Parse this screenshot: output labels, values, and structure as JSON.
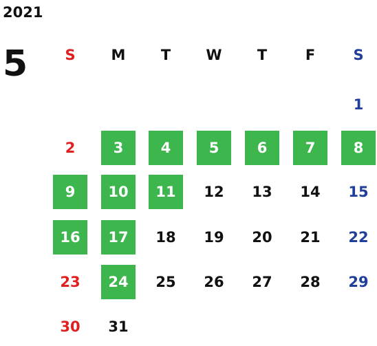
{
  "year": "2021",
  "month": "5",
  "weekdays": [
    "S",
    "M",
    "T",
    "W",
    "T",
    "F",
    "S"
  ],
  "colors": {
    "sunday": "#e02020",
    "saturday": "#1f3f9a",
    "weekday": "#111111",
    "highlight_bg": "#3cb64d",
    "highlight_text": "#ffffff"
  },
  "days": [
    {
      "label": "1",
      "col": 6,
      "row": 0,
      "highlighted": false
    },
    {
      "label": "2",
      "col": 0,
      "row": 1,
      "highlighted": false
    },
    {
      "label": "3",
      "col": 1,
      "row": 1,
      "highlighted": true
    },
    {
      "label": "4",
      "col": 2,
      "row": 1,
      "highlighted": true
    },
    {
      "label": "5",
      "col": 3,
      "row": 1,
      "highlighted": true
    },
    {
      "label": "6",
      "col": 4,
      "row": 1,
      "highlighted": true
    },
    {
      "label": "7",
      "col": 5,
      "row": 1,
      "highlighted": true
    },
    {
      "label": "8",
      "col": 6,
      "row": 1,
      "highlighted": true
    },
    {
      "label": "9",
      "col": 0,
      "row": 2,
      "highlighted": true
    },
    {
      "label": "10",
      "col": 1,
      "row": 2,
      "highlighted": true
    },
    {
      "label": "11",
      "col": 2,
      "row": 2,
      "highlighted": true
    },
    {
      "label": "12",
      "col": 3,
      "row": 2,
      "highlighted": false
    },
    {
      "label": "13",
      "col": 4,
      "row": 2,
      "highlighted": false
    },
    {
      "label": "14",
      "col": 5,
      "row": 2,
      "highlighted": false
    },
    {
      "label": "15",
      "col": 6,
      "row": 2,
      "highlighted": false
    },
    {
      "label": "16",
      "col": 0,
      "row": 3,
      "highlighted": true
    },
    {
      "label": "17",
      "col": 1,
      "row": 3,
      "highlighted": true
    },
    {
      "label": "18",
      "col": 2,
      "row": 3,
      "highlighted": false
    },
    {
      "label": "19",
      "col": 3,
      "row": 3,
      "highlighted": false
    },
    {
      "label": "20",
      "col": 4,
      "row": 3,
      "highlighted": false
    },
    {
      "label": "21",
      "col": 5,
      "row": 3,
      "highlighted": false
    },
    {
      "label": "22",
      "col": 6,
      "row": 3,
      "highlighted": false
    },
    {
      "label": "23",
      "col": 0,
      "row": 4,
      "highlighted": false
    },
    {
      "label": "24",
      "col": 1,
      "row": 4,
      "highlighted": true
    },
    {
      "label": "25",
      "col": 2,
      "row": 4,
      "highlighted": false
    },
    {
      "label": "26",
      "col": 3,
      "row": 4,
      "highlighted": false
    },
    {
      "label": "27",
      "col": 4,
      "row": 4,
      "highlighted": false
    },
    {
      "label": "28",
      "col": 5,
      "row": 4,
      "highlighted": false
    },
    {
      "label": "29",
      "col": 6,
      "row": 4,
      "highlighted": false
    },
    {
      "label": "30",
      "col": 0,
      "row": 5,
      "highlighted": false
    },
    {
      "label": "31",
      "col": 1,
      "row": 5,
      "highlighted": false
    }
  ]
}
